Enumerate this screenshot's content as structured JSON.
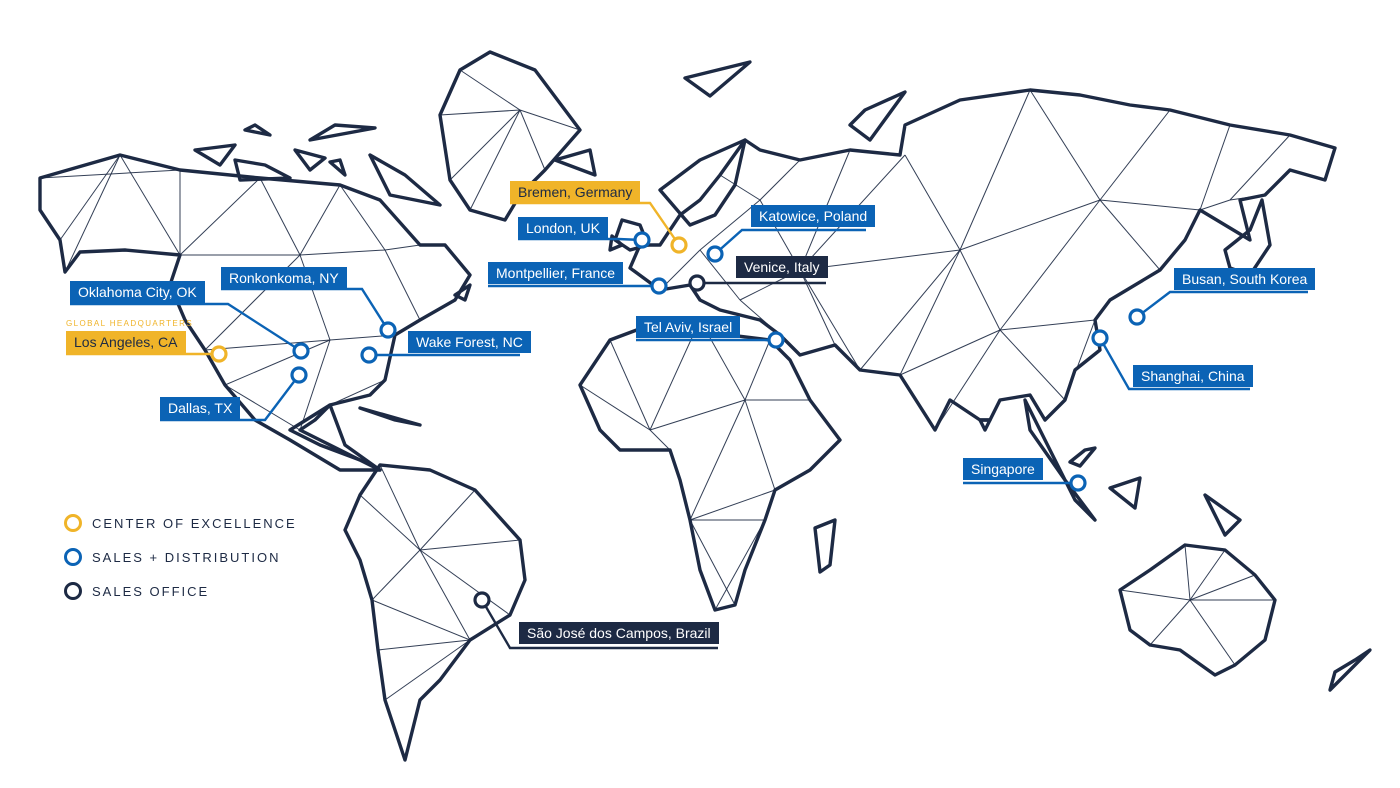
{
  "colors": {
    "land": "#1d2a44",
    "center": "#f0b429",
    "sales": "#0b63b5",
    "office": "#1d2a44"
  },
  "legend": {
    "center": "CENTER OF EXCELLENCE",
    "sales": "SALES + DISTRIBUTION",
    "office": "SALES OFFICE"
  },
  "hq_tag": "GLOBAL HEADQUARTERS",
  "locations": [
    {
      "id": "los-angeles",
      "name": "Los Angeles, CA",
      "kind": "center"
    },
    {
      "id": "bremen",
      "name": "Bremen, Germany",
      "kind": "center"
    },
    {
      "id": "oklahoma-city",
      "name": "Oklahoma City, OK",
      "kind": "sales"
    },
    {
      "id": "ronkonkoma",
      "name": "Ronkonkoma, NY",
      "kind": "sales"
    },
    {
      "id": "wake-forest",
      "name": "Wake Forest, NC",
      "kind": "sales"
    },
    {
      "id": "dallas",
      "name": "Dallas, TX",
      "kind": "sales"
    },
    {
      "id": "london",
      "name": "London, UK",
      "kind": "sales"
    },
    {
      "id": "montpellier",
      "name": "Montpellier, France",
      "kind": "sales"
    },
    {
      "id": "katowice",
      "name": "Katowice, Poland",
      "kind": "sales"
    },
    {
      "id": "tel-aviv",
      "name": "Tel Aviv, Israel",
      "kind": "sales"
    },
    {
      "id": "busan",
      "name": "Busan, South Korea",
      "kind": "sales"
    },
    {
      "id": "shanghai",
      "name": "Shanghai, China",
      "kind": "sales"
    },
    {
      "id": "singapore",
      "name": "Singapore",
      "kind": "sales"
    },
    {
      "id": "venice",
      "name": "Venice, Italy",
      "kind": "office"
    },
    {
      "id": "sao-jose",
      "name": "São José dos Campos, Brazil",
      "kind": "office"
    }
  ]
}
